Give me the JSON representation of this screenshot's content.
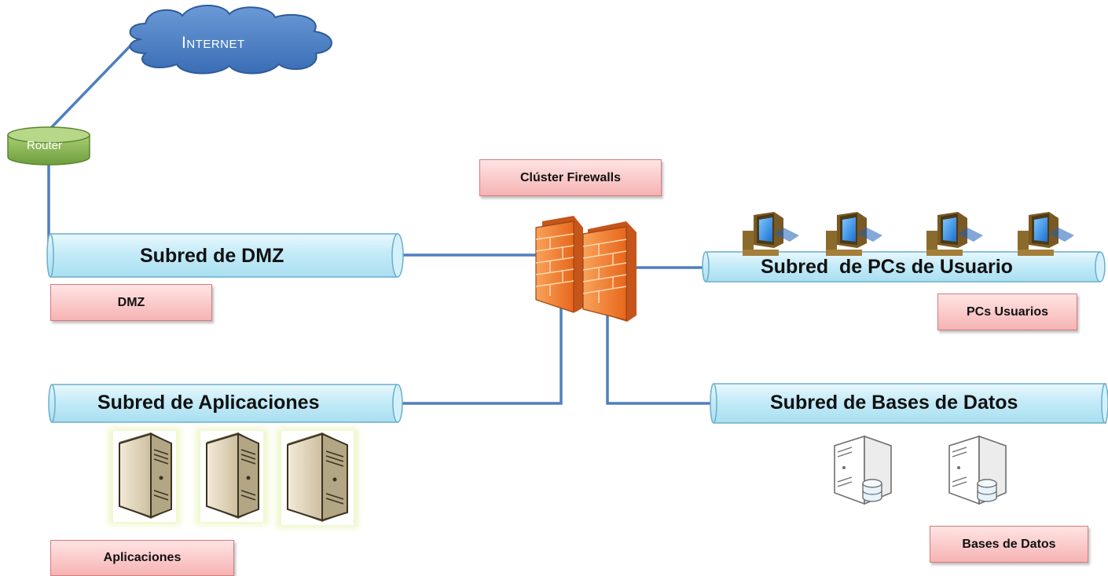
{
  "cloud": {
    "label": "Internet"
  },
  "router": {
    "label": "Router"
  },
  "firewall_cluster": {
    "label": "Clúster Firewalls"
  },
  "subnets": {
    "dmz": "Subred de DMZ",
    "pcs": "Subred  de PCs de Usuario",
    "apps": "Subred de Aplicaciones",
    "dbs": "Subred de Bases de Datos"
  },
  "labels": {
    "dmz": "DMZ",
    "pcs": "PCs Usuarios",
    "apps": "Aplicaciones",
    "dbs": "Bases de Datos"
  },
  "colors": {
    "link": "#4f7fbf",
    "cloud": "#4a7fc4",
    "router": "#8dbb55",
    "pipe": "#bfe8f6",
    "firewall": "#f07a25",
    "label_fill": "#f6b3b3"
  },
  "icons": {
    "pc": "desktop-computer-icon",
    "app_server": "server-tower-icon",
    "db_server": "database-server-icon",
    "firewall": "brick-firewall-icon"
  }
}
